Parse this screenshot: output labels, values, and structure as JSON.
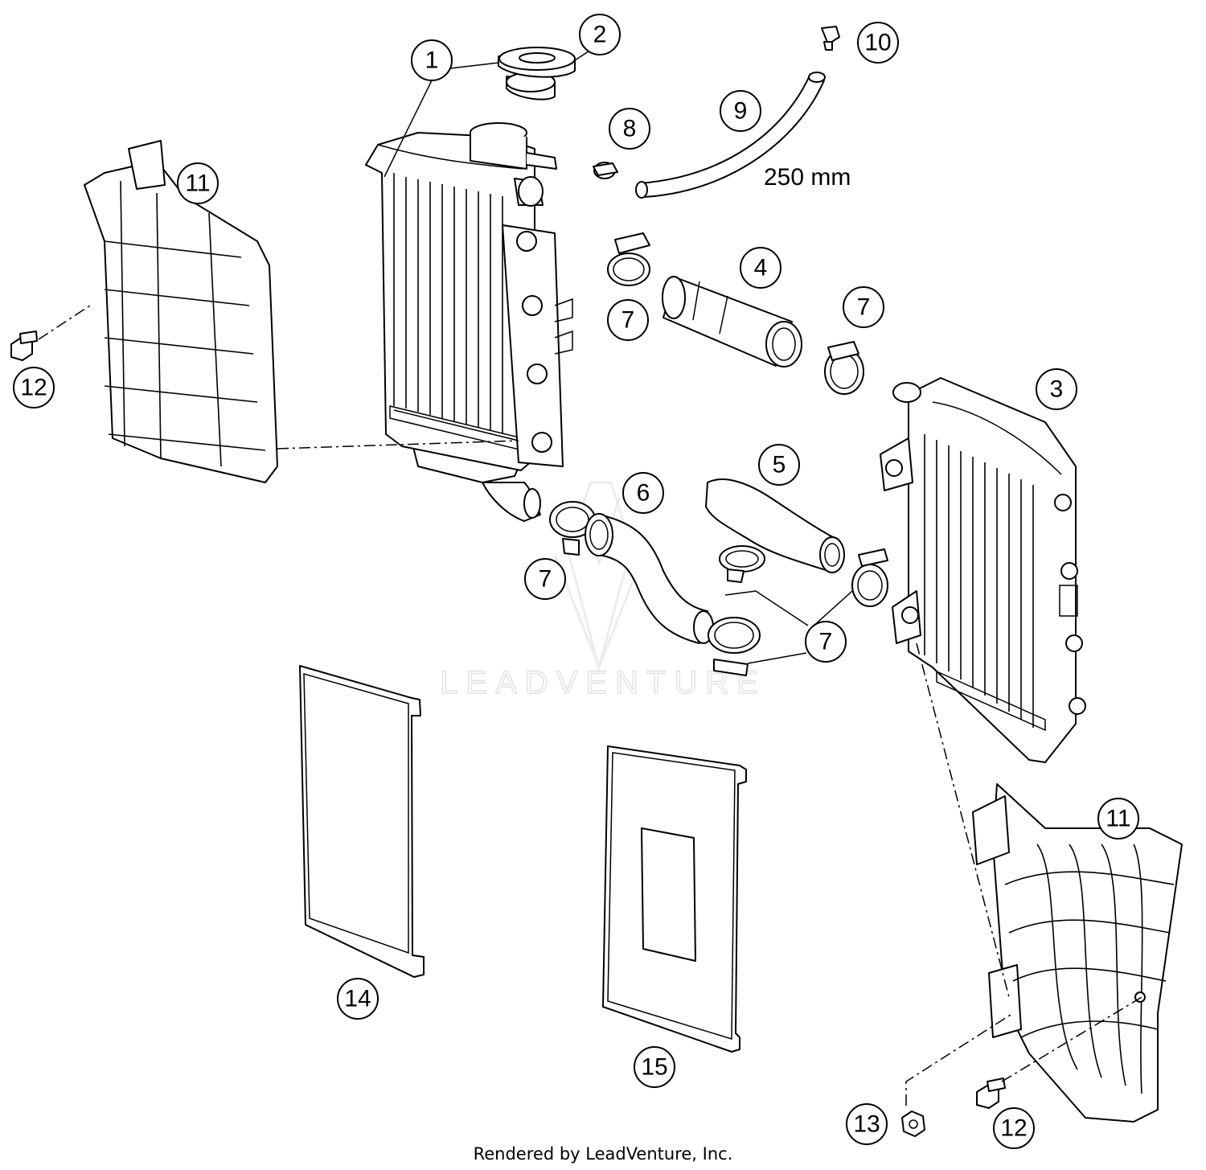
{
  "callouts": [
    {
      "id": "c1",
      "label": "1"
    },
    {
      "id": "c2",
      "label": "2"
    },
    {
      "id": "c3",
      "label": "3"
    },
    {
      "id": "c4",
      "label": "4"
    },
    {
      "id": "c5",
      "label": "5"
    },
    {
      "id": "c6",
      "label": "6"
    },
    {
      "id": "c7a",
      "label": "7"
    },
    {
      "id": "c7b",
      "label": "7"
    },
    {
      "id": "c7c",
      "label": "7"
    },
    {
      "id": "c7d",
      "label": "7"
    },
    {
      "id": "c8",
      "label": "8"
    },
    {
      "id": "c9",
      "label": "9"
    },
    {
      "id": "c10",
      "label": "10"
    },
    {
      "id": "c11a",
      "label": "11"
    },
    {
      "id": "c11b",
      "label": "11"
    },
    {
      "id": "c12a",
      "label": "12"
    },
    {
      "id": "c12b",
      "label": "12"
    },
    {
      "id": "c13",
      "label": "13"
    },
    {
      "id": "c14",
      "label": "14"
    },
    {
      "id": "c15",
      "label": "15"
    }
  ],
  "dimension_label": "250 mm",
  "watermark": "LEADVENTURE",
  "footer": "Rendered by LeadVenture, Inc."
}
